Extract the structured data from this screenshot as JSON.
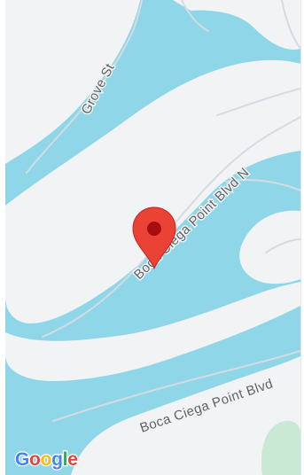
{
  "map": {
    "roads": [
      {
        "name": "Grove St"
      },
      {
        "name": "Boca Ciega Point Blvd N"
      },
      {
        "name": "Boca Ciega Point Blvd"
      }
    ],
    "marker": {
      "icon": "map-pin-icon",
      "color": "#ea4335",
      "dot_color": "#a50e0e"
    },
    "logo": {
      "letters": [
        "G",
        "o",
        "o",
        "g",
        "l",
        "e"
      ],
      "colors": [
        "#4285f4",
        "#ea4335",
        "#fbbc05",
        "#4285f4",
        "#34a853",
        "#ea4335"
      ]
    },
    "colors": {
      "water": "#8fd7e8",
      "land": "#f1f3f4",
      "road_line": "#d5dbe2",
      "park": "#c9e9d4"
    }
  }
}
